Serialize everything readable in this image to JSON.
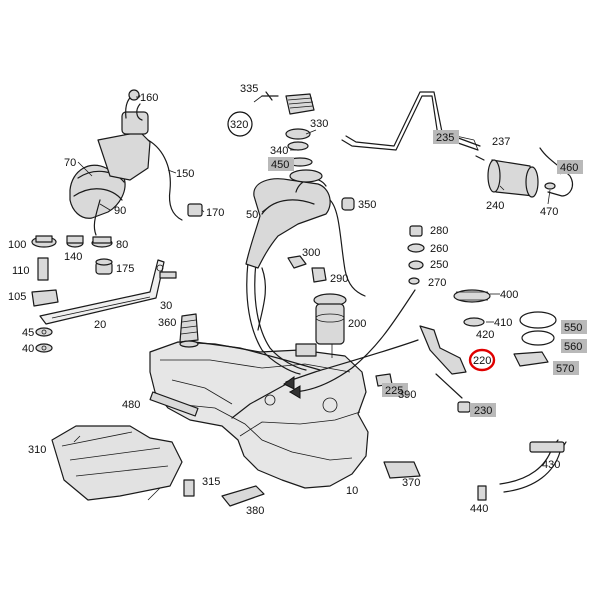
{
  "diagram": {
    "highlight_color": "#e00000",
    "box_color": "#b9b9b9",
    "labels": {
      "p10": "10",
      "p20": "20",
      "p30": "30",
      "p40": "40",
      "p45": "45",
      "p50": "50",
      "p70": "70",
      "p80": "80",
      "p90": "90",
      "p100": "100",
      "p105": "105",
      "p110": "110",
      "p140": "140",
      "p150": "150",
      "p160": "160",
      "p170": "170",
      "p175": "175",
      "p200": "200",
      "p220": "220",
      "p225": "225",
      "p230": "230",
      "p235": "235",
      "p237": "237",
      "p240": "240",
      "p250": "250",
      "p260": "260",
      "p270": "270",
      "p280": "280",
      "p290": "290",
      "p300": "300",
      "p310": "310",
      "p315": "315",
      "p320": "320",
      "p330": "330",
      "p335": "335",
      "p340": "340",
      "p350": "350",
      "p360": "360",
      "p370": "370",
      "p380": "380",
      "p390": "390",
      "p400": "400",
      "p410": "410",
      "p420": "420",
      "p430": "430",
      "p440": "440",
      "p450": "450",
      "p460": "460",
      "p470": "470",
      "p480": "480",
      "p550": "550",
      "p560": "560",
      "p570": "570"
    }
  }
}
